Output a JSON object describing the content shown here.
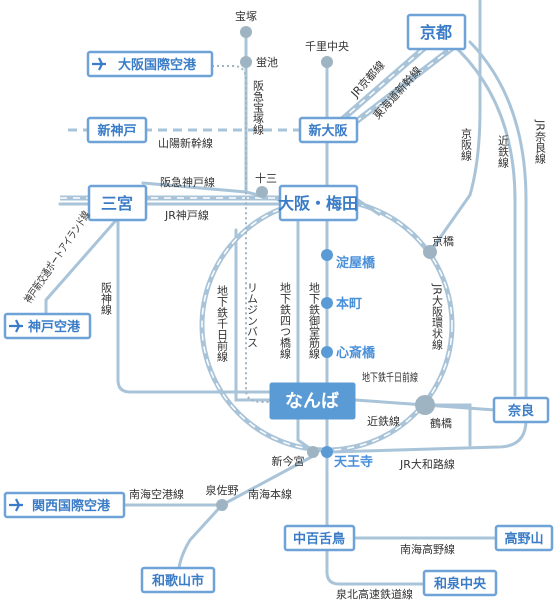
{
  "title": "",
  "stations": {
    "takarazuka": "宝塚",
    "hotarugaike": "蛍池",
    "senri_chuo": "千里中央",
    "kyoto": "京都",
    "itami_airport": "大阪国際空港",
    "shin_kobe": "新神戸",
    "shin_osaka": "新大阪",
    "juso": "十三",
    "sannomiya": "三宮",
    "osaka_umeda": "大阪・梅田",
    "kobe_airport": "神戸空港",
    "yodoyabashi": "淀屋橋",
    "honmachi": "本町",
    "shinsaibashi": "心斎橋",
    "kyobashi": "京橋",
    "namba": "なんば",
    "nara": "奈良",
    "tsuruhashi": "鶴橋",
    "shin_imamiya": "新今宮",
    "tennoji": "天王寺",
    "kansai_airport": "関西国際空港",
    "izumisano": "泉佐野",
    "wakayamashi": "和歌山市",
    "nakamozu": "中百舌鳥",
    "koyasan": "高野山",
    "izumi_chuo": "和泉中央"
  },
  "lines": {
    "hankyu_takarazuka": "阪急宝塚線",
    "jr_kyoto": "JR京都線",
    "tokaido_shinkansen": "東海道新幹線",
    "sanyo_shinkansen": "山陽新幹線",
    "keihan": "京阪線",
    "kintetsu": "近鉄線",
    "jr_nara": "JR奈良線",
    "hankyu_kobe": "阪急神戸線",
    "jr_kobe": "JR神戸線",
    "port_liner": "神戸新交通ポートアイランド線",
    "hanshin": "阪神線",
    "limousine_bus": "リムジンバス",
    "sennichimae_1": "地下鉄千日前線",
    "yotsubashi": "地下鉄四つ橋線",
    "midosuji": "地下鉄御堂筋線",
    "jr_loop": "JR大阪環状線",
    "sennichimae_2": "地下鉄千日前線",
    "kintetsu_2": "近鉄線",
    "jr_yamatoji": "JR大和路線",
    "nankai_airport": "南海空港線",
    "nankai_main": "南海本線",
    "nankai_koya": "南海高野線",
    "senboku": "泉北高速鉄道線"
  },
  "icons": {
    "airport": "airplane-icon"
  },
  "colors": {
    "line": "#a9c4d8",
    "box_border": "#6fa3d8",
    "box_text": "#3a7cc7",
    "namba_fill": "#5b9bd5",
    "station_dot": "#5b9bd5",
    "dot_gray": "#9fb4c2"
  }
}
